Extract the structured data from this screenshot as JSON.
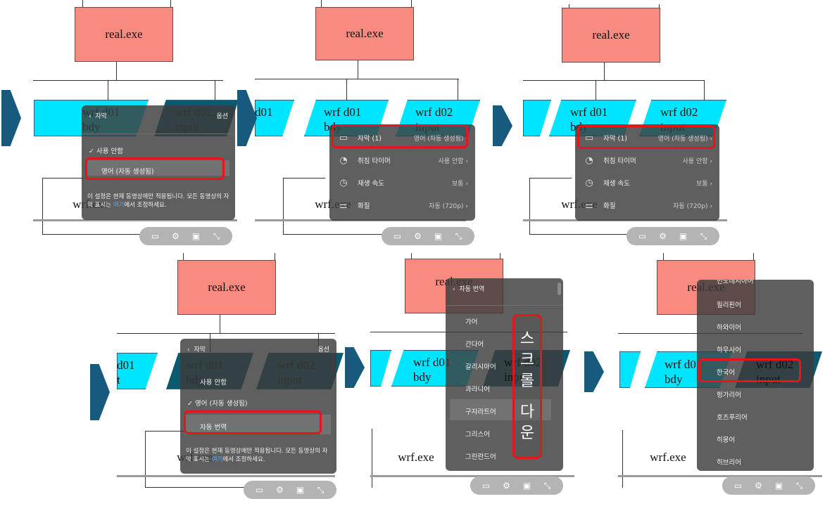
{
  "diagram": {
    "real_label": "real.exe",
    "d01_line1": "wrf d01",
    "d01_line2": "bdy",
    "d02_line1": "wrf d02",
    "d02_line2": "input",
    "wrf_label": "wrf.exe",
    "d01_cut": "d01",
    "d01_cut_t": "t"
  },
  "icons": {
    "flow_arrow": "chevron-right-arrow",
    "controls": [
      "captions-icon",
      "settings-gear-icon",
      "theater-mode-icon",
      "fullscreen-icon"
    ]
  },
  "menus": {
    "captions": {
      "back": "‹",
      "title": "자막",
      "options": "옵션",
      "off": "사용 안함",
      "check": "✓",
      "english_auto": "영어 (자동 생성됨)",
      "auto_translate": "자동 번역",
      "note_pre": "이 설정은 현재 동영상에만 적용됩니다. 모든 동영상의 자막 표시는 ",
      "note_link": "여기",
      "note_post": "에서 조정하세요."
    },
    "settings": {
      "subtitles_label": "자막 (1)",
      "subtitles_value": "영어 (자동 생성됨)",
      "sleep_label": "취침 타이머",
      "sleep_value": "사용 안함",
      "speed_label": "재생 속도",
      "speed_value": "보통",
      "quality_label": "화질",
      "quality_value": "자동 (720p)",
      "chevron": "›"
    },
    "translate": {
      "title": "자동 번역",
      "languages_a": [
        "가어",
        "간다어",
        "갈리시아어",
        "과라니어",
        "구자라트어",
        "그리스어",
        "그린란드어"
      ],
      "languages_b": [
        "인도네시아어",
        "필리핀어",
        "하와이어",
        "하우사어",
        "한국어",
        "헝가리어",
        "호즈푸리어",
        "히몽어",
        "히브리어"
      ]
    }
  },
  "annotation": {
    "scroll_down": [
      "스",
      "크",
      "롤",
      "",
      "다",
      "운"
    ]
  }
}
